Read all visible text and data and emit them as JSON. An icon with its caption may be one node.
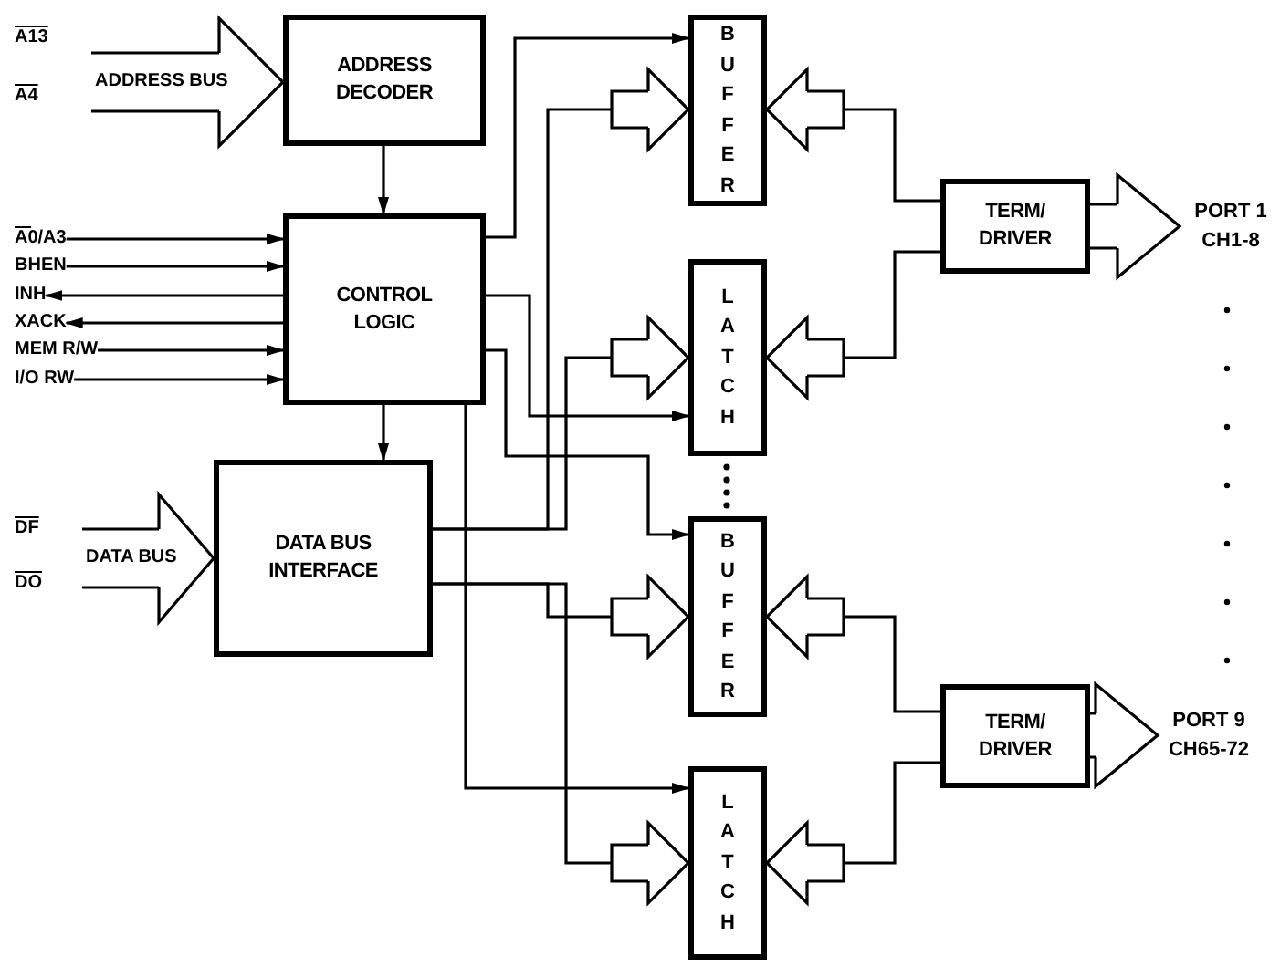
{
  "diagram": {
    "nodes": [
      {
        "text": [
          "ADDRESS DECODER"
        ]
      },
      {
        "text": [
          "CONTROL LOGIC"
        ]
      },
      {
        "text": [
          "DATA BUS INTERFACE"
        ]
      },
      {
        "text": [
          "BUFFER"
        ]
      },
      {
        "text": [
          "LATCH"
        ]
      },
      {
        "text": [
          "BUFFER"
        ]
      },
      {
        "text": [
          "LATCH"
        ]
      },
      {
        "text": [
          "TERM/ DRIVER"
        ]
      },
      {
        "text": [
          "TERM/ DRIVER"
        ]
      },
      {
        "text": [
          "A0/A3"
        ]
      },
      {
        "text": [
          "BHEN"
        ]
      },
      {
        "text": [
          "INH"
        ]
      },
      {
        "text": [
          "XACK"
        ]
      },
      {
        "text": [
          "MEM R/W"
        ]
      },
      {
        "text": [
          "I/O RW"
        ]
      },
      {
        "text": [
          "PORT 1 CH1-8"
        ]
      },
      {
        "text": [
          "PORT 9 CH65-72"
        ]
      }
    ],
    "edges": [
      {
        "from": null,
        "to": 0,
        "arrow": "to",
        "label": "ADDRESS BUS"
      },
      {
        "from": 0,
        "to": 1,
        "arrow": "to"
      },
      {
        "from": 1,
        "to": 2,
        "arrow": "to"
      },
      {
        "from": 9,
        "to": 1,
        "arrow": "to"
      },
      {
        "from": 10,
        "to": 1,
        "arrow": "to"
      },
      {
        "from": 1,
        "to": 11,
        "arrow": "to"
      },
      {
        "from": 1,
        "to": 12,
        "arrow": "to"
      },
      {
        "from": 13,
        "to": 1,
        "arrow": "to"
      },
      {
        "from": 14,
        "to": 1,
        "arrow": "to"
      },
      {
        "from": null,
        "to": 2,
        "arrow": "to",
        "label": "DATA BUS"
      },
      {
        "from": 1,
        "to": 3,
        "arrow": "to"
      },
      {
        "from": 1,
        "to": 4,
        "arrow": "to"
      },
      {
        "from": 1,
        "to": 5,
        "arrow": "to"
      },
      {
        "from": 1,
        "to": 6,
        "arrow": "to"
      },
      {
        "from": 2,
        "to": 3,
        "arrow": "to"
      },
      {
        "from": 2,
        "to": 4,
        "arrow": "to"
      },
      {
        "from": 2,
        "to": 5,
        "arrow": "to"
      },
      {
        "from": 2,
        "to": 6,
        "arrow": "to"
      },
      {
        "from": 7,
        "to": 3,
        "arrow": "to"
      },
      {
        "from": 7,
        "to": 4,
        "arrow": "to"
      },
      {
        "from": 8,
        "to": 5,
        "arrow": "to"
      },
      {
        "from": 8,
        "to": 6,
        "arrow": "to"
      },
      {
        "from": 7,
        "to": 15,
        "arrow": "to"
      },
      {
        "from": 8,
        "to": 16,
        "arrow": "to"
      }
    ],
    "labels": [
      "A13",
      "A4",
      "DF",
      "DO"
    ]
  }
}
